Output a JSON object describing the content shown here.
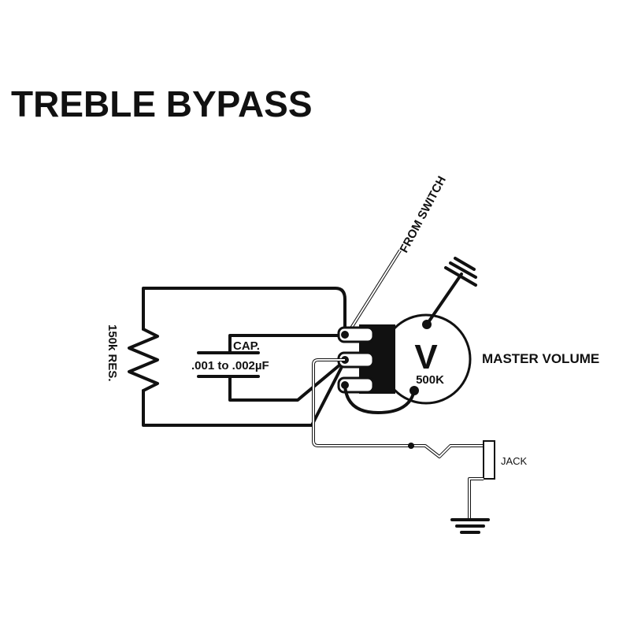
{
  "title": "TREBLE BYPASS",
  "labels": {
    "resistor": "150k RES.",
    "cap_title": "CAP.",
    "cap_value": ".001 to .002µF",
    "from_switch": "FROM SWITCH",
    "pot_letter": "V",
    "pot_value": "500K",
    "master_volume": "MASTER VOLUME",
    "jack": "JACK"
  },
  "colors": {
    "ink": "#111111",
    "background": "#ffffff"
  }
}
